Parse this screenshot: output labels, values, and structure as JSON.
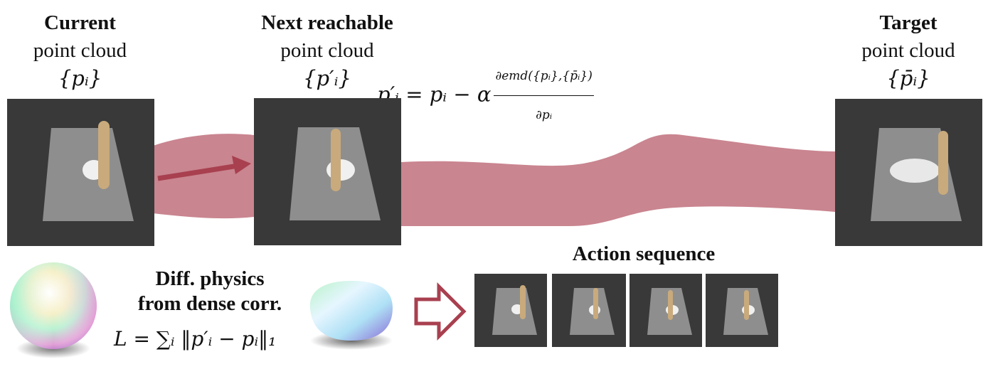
{
  "top": {
    "current": {
      "title": "Current",
      "subtitle": "point cloud",
      "symbol": "{pᵢ}"
    },
    "next": {
      "title": "Next reachable",
      "subtitle": "point cloud",
      "symbol": "{p′ᵢ}"
    },
    "target": {
      "title": "Target",
      "subtitle": "point cloud",
      "symbol": "{p̄ᵢ}"
    },
    "update_equation": {
      "lhs": "p′ᵢ = pᵢ − α",
      "numerator": "∂emd({pᵢ},{p̄ᵢ})",
      "denominator": "∂pᵢ"
    }
  },
  "bottom": {
    "diff_physics_line1": "Diff. physics",
    "diff_physics_line2": "from dense corr.",
    "loss_equation": "L = ∑ᵢ ‖p′ᵢ − pᵢ‖₁",
    "action_sequence_title": "Action sequence"
  },
  "colors": {
    "band": "#c98590",
    "arrow": "#a8404f",
    "panel_bg": "#393939",
    "plate": "#8e8e8e",
    "rod": "#c9aa7c"
  }
}
